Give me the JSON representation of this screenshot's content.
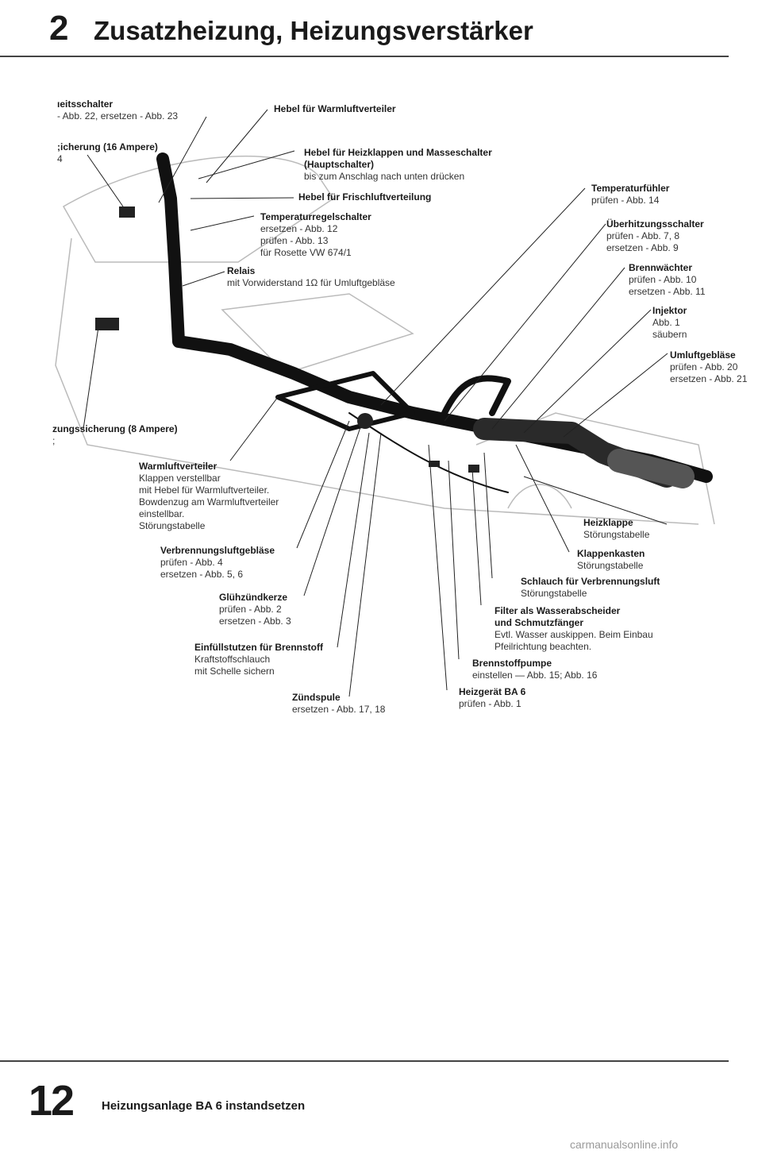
{
  "header": {
    "chapter": "2",
    "title": "Zusatzheizung, Heizungsverstärker"
  },
  "labels": {
    "leitsschalter": {
      "title": "ıeitsschalter",
      "l1": "- Abb. 22, ersetzen - Abb. 23"
    },
    "sicherung16": {
      "title": ";icherung (16 Ampere)",
      "l1": "4"
    },
    "hebel_warm": {
      "title": "Hebel für Warmluftverteiler"
    },
    "hebel_heiz": {
      "title": "Hebel für Heizklappen und Masseschalter",
      "t2": "(Hauptschalter)",
      "l1": "bis zum Anschlag nach unten drücken"
    },
    "hebel_frisch": {
      "title": "Hebel für Frischluftverteilung"
    },
    "temp_regel": {
      "title": "Temperaturregelschalter",
      "l1": "ersetzen - Abb. 12",
      "l2": "prüfen - Abb. 13",
      "l3": "für Rosette VW 674/1"
    },
    "relais": {
      "title": "Relais",
      "l1": "mit Vorwiderstand 1Ω für Umluftgebläse"
    },
    "temp_fuehler": {
      "title": "Temperaturfühler",
      "l1": "prüfen - Abb. 14"
    },
    "ueberhitz": {
      "title": "Überhitzungsschalter",
      "l1": "prüfen - Abb. 7, 8",
      "l2": "ersetzen - Abb. 9"
    },
    "brennwaechter": {
      "title": "Brennwächter",
      "l1": "prüfen - Abb. 10",
      "l2": "ersetzen - Abb. 11"
    },
    "injektor": {
      "title": "Injektor",
      "l1": "Abb. 1",
      "l2": "säubern"
    },
    "umluft": {
      "title": "Umluftgebläse",
      "l1": "prüfen - Abb. 20",
      "l2": "ersetzen - Abb. 21"
    },
    "sicherung8": {
      "title": "zungssicherung (8 Ampere)",
      "l1": ";"
    },
    "warmluftverteiler": {
      "title": "Warmluftverteiler",
      "l1": "Klappen verstellbar",
      "l2": "mit Hebel für Warmluftverteiler.",
      "l3": "Bowdenzug am Warmluftverteiler",
      "l4": "einstellbar.",
      "l5": "Störungstabelle"
    },
    "heizklappe": {
      "title": "Heizklappe",
      "l1": "Störungstabelle"
    },
    "verbrennung": {
      "title": "Verbrennungsluftgebläse",
      "l1": "prüfen - Abb. 4",
      "l2": "ersetzen - Abb. 5, 6"
    },
    "klappenkasten": {
      "title": "Klappenkasten",
      "l1": "Störungstabelle"
    },
    "schlauch": {
      "title": "Schlauch für Verbrennungsluft",
      "l1": "Störungstabelle"
    },
    "gluehzuend": {
      "title": "Glühzündkerze",
      "l1": "prüfen - Abb. 2",
      "l2": "ersetzen - Abb. 3"
    },
    "filter": {
      "title": "Filter als Wasserabscheider",
      "t2": "und Schmutzfänger",
      "l1": "Evtl. Wasser auskippen. Beim Einbau",
      "l2": "Pfeilrichtung beachten."
    },
    "einfuell": {
      "title": "Einfüllstutzen für Brennstoff",
      "l1": "Kraftstoffschlauch",
      "l2": "mit Schelle sichern"
    },
    "brennstoffpumpe": {
      "title": "Brennstoffpumpe",
      "l1": "einstellen — Abb. 15; Abb. 16"
    },
    "zuendspule": {
      "title": "Zündspule",
      "l1": "ersetzen - Abb. 17, 18"
    },
    "heizgeraet": {
      "title": "Heizgerät BA 6",
      "l1": "prüfen - Abb. 1"
    }
  },
  "footer": {
    "page_number": "12",
    "title": "Heizungsanlage BA 6 instandsetzen"
  },
  "watermark": "carmanualsonline.info"
}
